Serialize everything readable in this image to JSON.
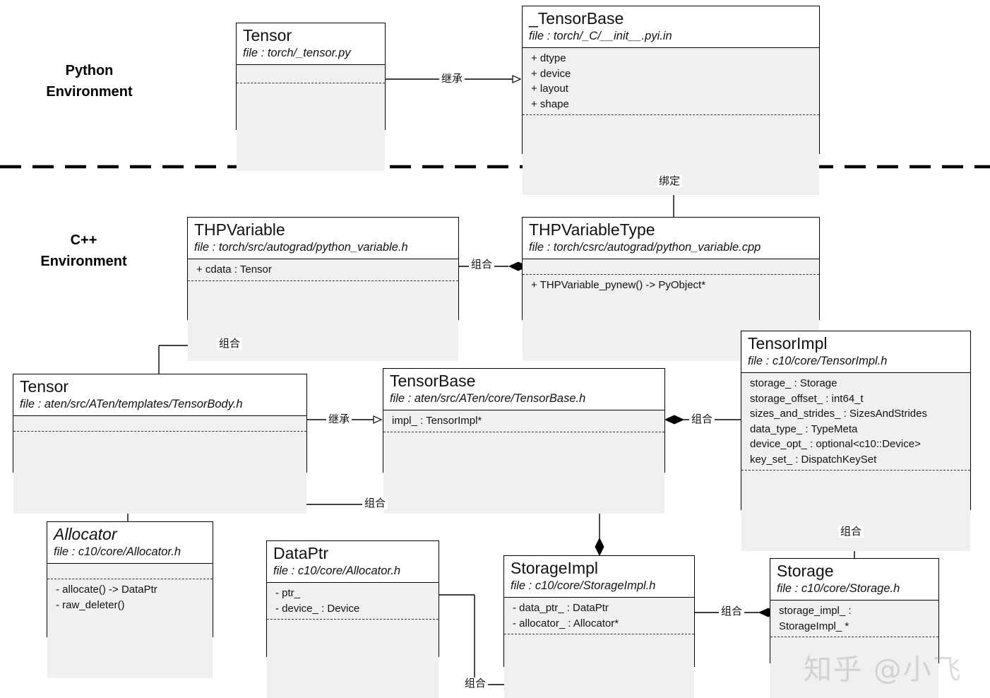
{
  "diagram": {
    "type": "uml-class-diagram",
    "watermark": "知乎 @小飞",
    "sections": [
      {
        "id": "python",
        "label": "Python\nEnvironment"
      },
      {
        "id": "cpp",
        "label": "C++\nEnvironment"
      }
    ],
    "edge_labels": {
      "inherit": "继承",
      "bind": "绑定",
      "compose": "组合"
    },
    "classes": {
      "py_tensor": {
        "title": "Tensor",
        "file": "file : torch/_tensor.py",
        "attributes": [],
        "operations": []
      },
      "tensor_base_py": {
        "title": "_TensorBase",
        "file": "file : torch/_C/__init__.pyi.in",
        "attributes": [
          "+ dtype",
          "+ device",
          "+ layout",
          "+ shape"
        ],
        "operations": []
      },
      "thpvariable": {
        "title": "THPVariable",
        "file": "file : torch/src/autograd/python_variable.h",
        "attributes": [
          "+ cdata : Tensor"
        ],
        "operations": []
      },
      "thpvariabletype": {
        "title": "THPVariableType",
        "file": "file : torch/csrc/autograd/python_variable.cpp",
        "attributes": [],
        "operations": [
          "+ THPVariable_pynew() -> PyObject*"
        ]
      },
      "cpp_tensor": {
        "title": "Tensor",
        "file": "file : aten/src/ATen/templates/TensorBody.h",
        "attributes": [],
        "operations": []
      },
      "tensorbase": {
        "title": "TensorBase",
        "file": "file : aten/src/ATen/core/TensorBase.h",
        "attributes": [
          "impl_ : TensorImpl*"
        ],
        "operations": []
      },
      "tensorimpl": {
        "title": "TensorImpl",
        "file": "file : c10/core/TensorImpl.h",
        "attributes": [
          "storage_ : Storage",
          "storage_offset_ : int64_t",
          "sizes_and_strides_ : SizesAndStrides",
          "data_type_ : TypeMeta",
          "device_opt_ : optional<c10::Device>",
          "key_set_ : DispatchKeySet"
        ],
        "operations": []
      },
      "allocator": {
        "title": "Allocator",
        "abstract": true,
        "file": "file : c10/core/Allocator.h",
        "attributes": [],
        "operations": [
          "- allocate() -> DataPtr",
          "- raw_deleter()"
        ]
      },
      "dataptr": {
        "title": "DataPtr",
        "file": "file : c10/core/Allocator.h",
        "attributes": [
          "- ptr_",
          "- device_ : Device"
        ],
        "operations": []
      },
      "storageimpl": {
        "title": "StorageImpl",
        "file": "file : c10/core/StorageImpl.h",
        "attributes": [
          "- data_ptr_ : DataPtr",
          "- allocator_ : Allocator*"
        ],
        "operations": []
      },
      "storage": {
        "title": "Storage",
        "file": "file : c10/core/Storage.h",
        "attributes": [
          "storage_impl_ :",
          "StorageImpl_ *"
        ],
        "operations": []
      }
    },
    "relations": [
      {
        "from": "py_tensor",
        "to": "tensor_base_py",
        "kind": "inheritance",
        "label": "继承"
      },
      {
        "from": "tensor_base_py",
        "to": "thpvariabletype",
        "kind": "binding",
        "label": "绑定"
      },
      {
        "from": "thpvariable",
        "to": "thpvariabletype",
        "kind": "composition",
        "label": "组合"
      },
      {
        "from": "cpp_tensor",
        "to": "thpvariable",
        "kind": "composition",
        "label": "组合"
      },
      {
        "from": "cpp_tensor",
        "to": "tensorbase",
        "kind": "inheritance",
        "label": "继承"
      },
      {
        "from": "tensorbase",
        "to": "tensorimpl",
        "kind": "composition",
        "label": "组合"
      },
      {
        "from": "storage",
        "to": "tensorimpl",
        "kind": "composition",
        "label": "组合"
      },
      {
        "from": "allocator",
        "to": "storageimpl",
        "kind": "composition",
        "label": "组合"
      },
      {
        "from": "dataptr",
        "to": "storageimpl",
        "kind": "composition",
        "label": "组合"
      },
      {
        "from": "storageimpl",
        "to": "storage",
        "kind": "composition",
        "label": "组合"
      }
    ]
  }
}
